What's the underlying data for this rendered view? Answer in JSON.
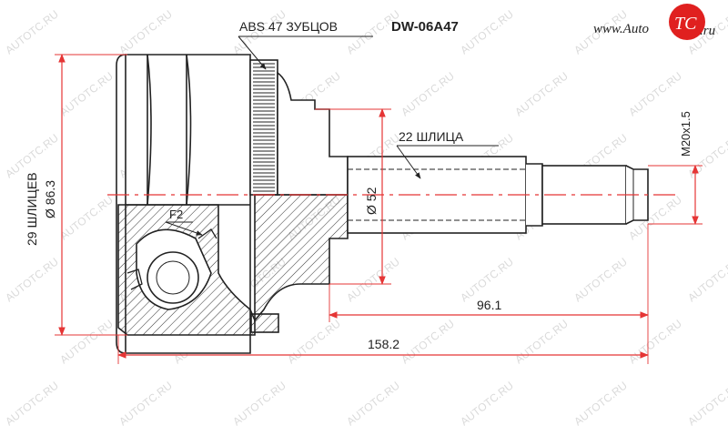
{
  "header": {
    "abs_label": "ABS 47 ЗУБЦОВ",
    "part_number": "DW-06A47"
  },
  "logo": {
    "prefix": "www.Auto",
    "brand": "TC",
    "suffix": ".ru",
    "brand_color": "#e0201f"
  },
  "dimensions": {
    "outer_splines": "29 ШЛИЦЕВ",
    "outer_diameter": "Ø 86.3",
    "shaft_splines": "22 ШЛИЦА",
    "shaft_diameter": "Ø 52",
    "thread": "M20x1.5",
    "shaft_length": "96.1",
    "total_length": "158.2",
    "detail_label": "F2"
  },
  "watermark": {
    "text": "AUTOTC.RU"
  },
  "colors": {
    "dimension_line": "#e53535",
    "outline": "#222222"
  }
}
